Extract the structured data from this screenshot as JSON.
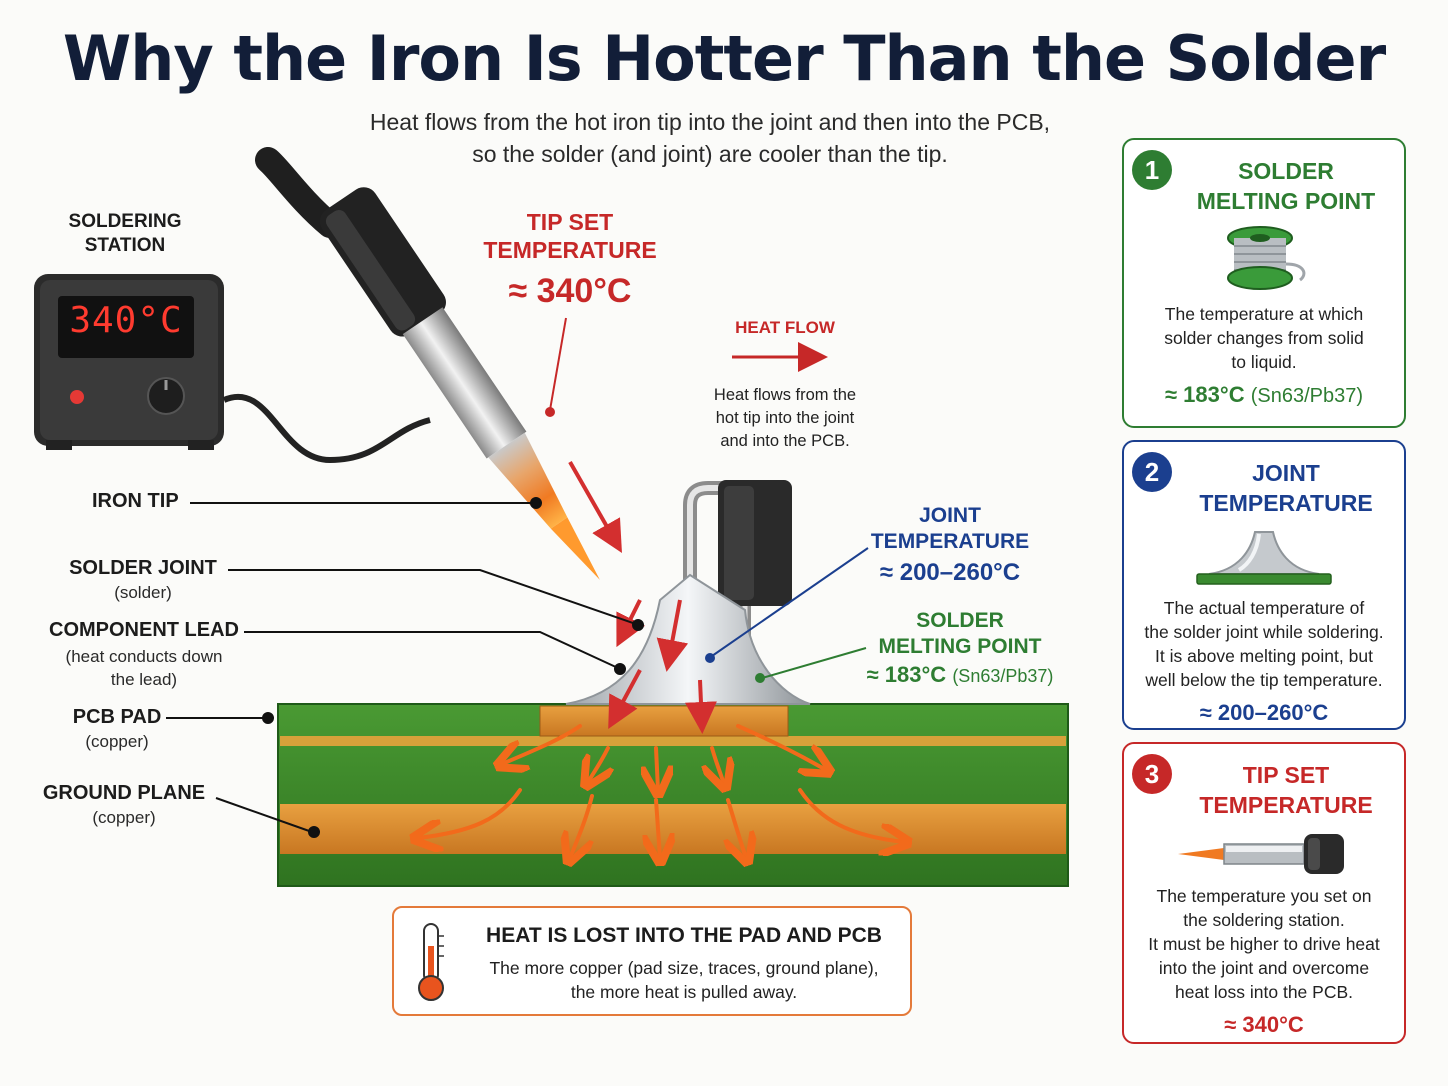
{
  "title": "Why the Iron Is Hotter Than the Solder",
  "subtitle": {
    "line1": "Heat flows from the hot iron tip into the joint and then into the PCB,",
    "line2": "so the solder (and joint) are cooler than the tip."
  },
  "station": {
    "label_line1": "SOLDERING",
    "label_line2": "STATION",
    "display": "340°C"
  },
  "left_labels": {
    "iron_tip": "IRON TIP",
    "solder_joint": "SOLDER JOINT",
    "solder_joint_sub": "(solder)",
    "component_lead": "COMPONENT LEAD",
    "component_lead_sub1": "(heat conducts down",
    "component_lead_sub2": "the lead)",
    "pcb_pad": "PCB PAD",
    "pcb_pad_sub": "(copper)",
    "ground_plane": "GROUND PLANE",
    "ground_plane_sub": "(copper)"
  },
  "tip_callout": {
    "line1": "TIP SET",
    "line2": "TEMPERATURE",
    "value": "≈ 340°C"
  },
  "heat_flow": {
    "heading": "HEAT FLOW",
    "desc1": "Heat flows from the",
    "desc2": "hot tip into the joint",
    "desc3": "and into the PCB."
  },
  "joint_callout": {
    "line1": "JOINT",
    "line2": "TEMPERATURE",
    "value": "≈ 200–260°C"
  },
  "melt_callout": {
    "line1": "SOLDER",
    "line2": "MELTING POINT",
    "value": "≈ 183°C",
    "alloy": "(Sn63/Pb37)"
  },
  "loss_box": {
    "title": "HEAT IS LOST INTO THE PAD AND PCB",
    "desc1": "The more copper (pad size, traces, ground plane),",
    "desc2": "the more heat is pulled away."
  },
  "cards": [
    {
      "number": "1",
      "title1": "SOLDER",
      "title2": "MELTING POINT",
      "desc": [
        "The temperature at which",
        "solder changes from solid",
        "to liquid."
      ],
      "value": "≈ 183°C",
      "value_note": "(Sn63/Pb37)"
    },
    {
      "number": "2",
      "title1": "JOINT",
      "title2": "TEMPERATURE",
      "desc": [
        "The actual temperature of",
        "the solder joint while soldering.",
        "It is above melting point, but",
        "well below the tip temperature."
      ],
      "value": "≈ 200–260°C"
    },
    {
      "number": "3",
      "title1": "TIP SET",
      "title2": "TEMPERATURE",
      "desc": [
        "The temperature you set on",
        "the soldering station.",
        "It must be higher to drive heat",
        "into the joint and overcome",
        "heat loss into the PCB."
      ],
      "value": "≈ 340°C"
    }
  ],
  "colors": {
    "red": "#c62828",
    "blue": "#1b3f8f",
    "green": "#2e7d32",
    "pcb_green": "#3f8a2c",
    "copper": "#d98a2b",
    "heat_orange": "#f26a1b"
  }
}
